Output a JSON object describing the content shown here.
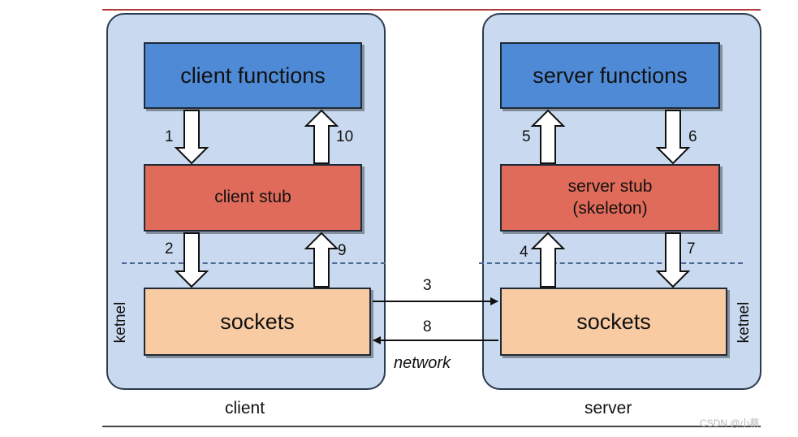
{
  "client": {
    "functions_label": "client functions",
    "stub_label": "client stub",
    "sockets_label": "sockets",
    "kernel_label": "ketnel",
    "caption": "client"
  },
  "server": {
    "functions_label": "server functions",
    "stub_label": "server stub\n(skeleton)",
    "sockets_label": "sockets",
    "kernel_label": "ketnel",
    "caption": "server"
  },
  "steps": {
    "s1": "1",
    "s2": "2",
    "s3": "3",
    "s4": "4",
    "s5": "5",
    "s6": "6",
    "s7": "7",
    "s8": "8",
    "s9": "9",
    "s10": "10"
  },
  "network_label": "network",
  "watermark": "CSDN @小蔡",
  "colors": {
    "panel": "#c9daf0",
    "functions": "#4f8ad6",
    "stub": "#e06b5b",
    "sockets": "#f9cba3",
    "dashed_line": "#4a6a95"
  }
}
